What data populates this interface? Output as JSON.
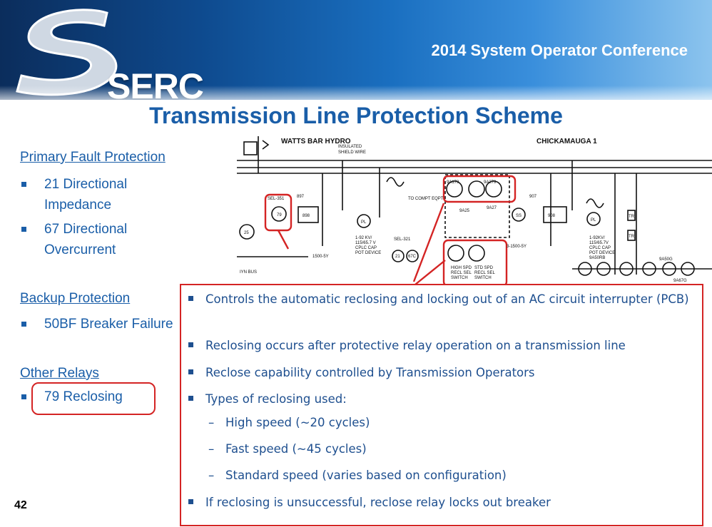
{
  "header": {
    "logo_text": "SERC",
    "conference": "2014 System Operator Conference"
  },
  "slide": {
    "title": "Transmission Line Protection Scheme",
    "page_number": "42"
  },
  "left_panel": {
    "primary": {
      "heading": "Primary Fault Protection",
      "items": [
        "21 Directional\nImpedance",
        "67 Directional\nOvercurrent"
      ]
    },
    "backup": {
      "heading": "Backup Protection",
      "items": [
        "50BF Breaker Failure"
      ]
    },
    "other": {
      "heading": "Other Relays",
      "items": [
        "79 Reclosing"
      ]
    }
  },
  "schematic": {
    "left_station": "WATTS BAR HYDRO",
    "right_station": "CHICKAMAUGA 1",
    "labels": {
      "insulated": "INSULATED",
      "shield": "SHIELD WIRE",
      "comm": "TO COMPT EQPT",
      "sel_left": "SEL-351",
      "n897": "897",
      "n898": "898",
      "n907": "907",
      "n908": "908",
      "r9a179": "9A179",
      "r9a279": "9A279",
      "r9a25": "9A25",
      "r9a27": "9A27",
      "ss": "SS",
      "high_spd": "HIGH SPD",
      "std_spd": "STD SPD",
      "recl_sel": "RECL SEL",
      "switch": "SWITCH",
      "kv_left": "1-92 KV/",
      "kv_left2": "115/65.7 V",
      "cplc": "CPLC CAP",
      "pot": "POT DEVICE",
      "kv_right": "1-92KV/",
      "kv_right2": "115/65.7V",
      "ct1500": "3-1500-5Y",
      "ct1500b": "1500-5Y",
      "r9a50g": "9A50G",
      "r9a67g": "9A67G",
      "r9a50rb": "9A50RB",
      "n25": "25",
      "n79": "79",
      "n21": "21",
      "n67c": "67C",
      "pl": "PL",
      "bus": "IYN BUS",
      "tr": "TR",
      "sel321": "SEL-321"
    }
  },
  "callout": {
    "bullets": [
      "Controls the automatic reclosing and locking out of an AC circuit interrupter (PCB)",
      "Reclosing occurs after protective relay operation on a transmission line",
      "Reclose capability controlled by Transmission Operators",
      "Types of reclosing used:"
    ],
    "sub_items": [
      "High speed (~20 cycles)",
      "Fast speed (~45 cycles)",
      "Standard speed (varies based on configuration)"
    ],
    "final_bullet": "If reclosing is unsuccessful, reclose relay locks out breaker",
    "dash": "–"
  },
  "colors": {
    "title_blue": "#1a5ea8",
    "highlight_red": "#d42424",
    "callout_text": "#1e4f8f"
  }
}
